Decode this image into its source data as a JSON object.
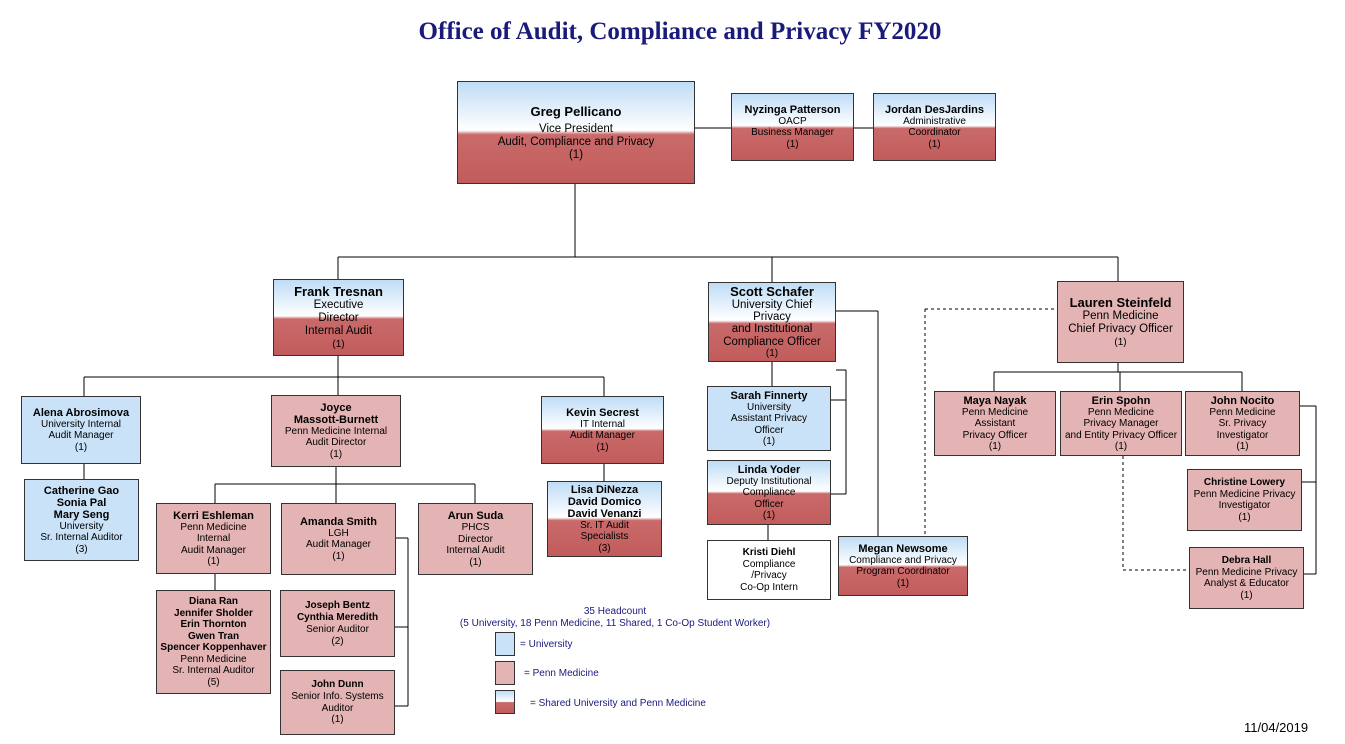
{
  "title": "Office of Audit, Compliance and Privacy FY2020",
  "nodes": {
    "greg": {
      "name": "Greg Pellicano",
      "l1": "Vice President",
      "l2": "Audit, Compliance and Privacy",
      "l3": "(1)"
    },
    "nyzinga": {
      "name": "Nyzinga Patterson",
      "l1": "OACP",
      "l2": "Business Manager",
      "l3": "(1)"
    },
    "jordan": {
      "name": "Jordan DesJardins",
      "l1": "Administrative",
      "l2": "Coordinator",
      "l3": "(1)"
    },
    "frank": {
      "name": "Frank Tresnan",
      "l1": "Executive",
      "l2": "Director",
      "l3": "Internal Audit",
      "l4": "(1)"
    },
    "scott": {
      "name": "Scott Schafer",
      "l1": "University Chief",
      "l2": "Privacy",
      "l3": "and Institutional",
      "l4": "Compliance Officer",
      "l5": "(1)"
    },
    "lauren": {
      "name": "Lauren Steinfeld",
      "l1": "Penn Medicine",
      "l2": "Chief Privacy Officer",
      "l3": "(1)"
    },
    "alena": {
      "name": "Alena Abrosimova",
      "l1": "University Internal",
      "l2": "Audit Manager",
      "l3": "(1)"
    },
    "catherine": {
      "n1": "Catherine Gao",
      "n2": "Sonia Pal",
      "n3": "Mary Seng",
      "l1": "University",
      "l2": "Sr. Internal Auditor",
      "l3": "(3)"
    },
    "joyce": {
      "name1": "Joyce",
      "name2": "Massott-Burnett",
      "l1": "Penn Medicine Internal",
      "l2": "Audit Director",
      "l3": "(1)"
    },
    "kevin": {
      "name": "Kevin Secrest",
      "l1": "IT Internal",
      "l2": "Audit Manager",
      "l3": "(1)"
    },
    "lisa": {
      "n1": "Lisa DiNezza",
      "n2": "David Domico",
      "n3": "David Venanzi",
      "l1": "Sr. IT Audit",
      "l2": "Specialists",
      "l3": "(3)"
    },
    "kerri": {
      "name": "Kerri Eshleman",
      "l1": "Penn Medicine",
      "l2": "Internal",
      "l3": "Audit Manager",
      "l4": "(1)"
    },
    "amanda": {
      "name": "Amanda Smith",
      "l1": "LGH",
      "l2": "Audit Manager",
      "l3": "(1)"
    },
    "arun": {
      "name": "Arun Suda",
      "l1": "PHCS",
      "l2": "Director",
      "l3": "Internal Audit",
      "l4": "(1)"
    },
    "diana": {
      "n1": "Diana Ran",
      "n2": "Jennifer Sholder",
      "n3": "Erin Thornton",
      "n4": "Gwen Tran",
      "n5": "Spencer Koppenhaver",
      "l1": "Penn Medicine",
      "l2": "Sr. Internal Auditor",
      "l3": "(5)"
    },
    "joseph": {
      "n1": "Joseph Bentz",
      "n2": "Cynthia Meredith",
      "l1": "Senior Auditor",
      "l2": "(2)"
    },
    "john_dunn": {
      "name": "John Dunn",
      "l1": "Senior Info. Systems",
      "l2": "Auditor",
      "l3": "(1)"
    },
    "sarah": {
      "name": "Sarah Finnerty",
      "l1": "University",
      "l2": "Assistant Privacy",
      "l3": "Officer",
      "l4": "(1)"
    },
    "linda": {
      "name": "Linda Yoder",
      "l1": "Deputy Institutional",
      "l2": "Compliance",
      "l3": "Officer",
      "l4": "(1)"
    },
    "kristi": {
      "name": "Kristi Diehl",
      "l1": "Compliance",
      "l2": "/Privacy",
      "l3": "Co-Op Intern"
    },
    "megan": {
      "name": "Megan Newsome",
      "l1": "Compliance and Privacy",
      "l2": "Program Coordinator",
      "l3": "(1)"
    },
    "maya": {
      "name": "Maya Nayak",
      "l1": "Penn Medicine",
      "l2": "Assistant",
      "l3": "Privacy Officer",
      "l4": "(1)"
    },
    "erin": {
      "name": "Erin Spohn",
      "l1": "Penn Medicine",
      "l2": "Privacy Manager",
      "l3": "and Entity Privacy Officer",
      "l4": "(1)"
    },
    "john_nocito": {
      "name": "John Nocito",
      "l1": "Penn Medicine",
      "l2": "Sr. Privacy",
      "l3": "Investigator",
      "l4": "(1)"
    },
    "christine": {
      "name": "Christine Lowery",
      "l1": "Penn Medicine Privacy",
      "l2": "Investigator",
      "l3": "(1)"
    },
    "debra": {
      "name": "Debra Hall",
      "l1": "Penn Medicine Privacy",
      "l2": "Analyst & Educator",
      "l3": "(1)"
    }
  },
  "headcount": {
    "line1": "35 Headcount",
    "line2": "(5 University,  18 Penn Medicine, 11 Shared, 1 Co-Op Student Worker)"
  },
  "legend": {
    "university": "= University",
    "penn_medicine": "= Penn Medicine",
    "shared": "= Shared University and Penn Medicine"
  },
  "colors": {
    "university": "#c9e2f7",
    "penn_medicine": "#e4b3b3",
    "shared_top": "#bfdcf6",
    "shared_bottom": "#c25c5c",
    "title": "#1a1a7a"
  },
  "date": "11/04/2019"
}
